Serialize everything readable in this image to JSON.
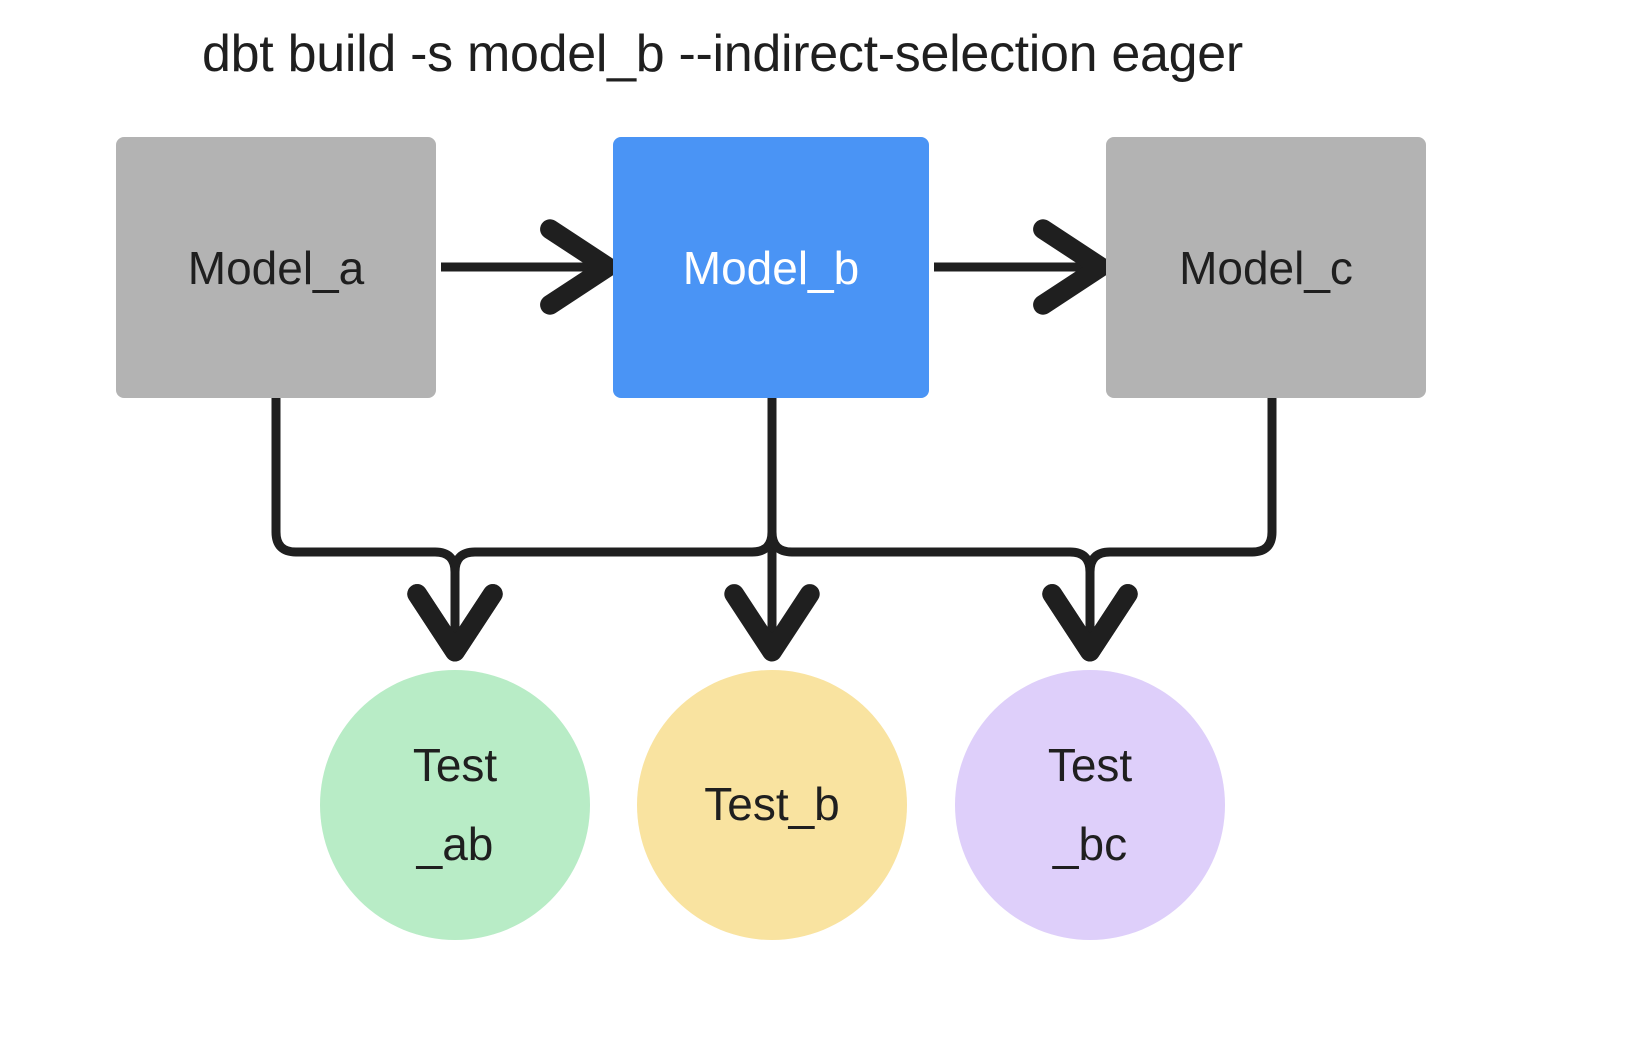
{
  "title": "dbt build -s model_b --indirect-selection eager",
  "colors": {
    "background": "#ffffff",
    "model_default": "#b3b3b3",
    "model_selected": "#4a94f5",
    "test_ab": "#b8ecc6",
    "test_b": "#f9e3a0",
    "test_bc": "#decffa",
    "edge": "#1f1f1f",
    "text_dark": "#1f1f1f",
    "text_light": "#ffffff"
  },
  "nodes": {
    "models": [
      {
        "id": "model_a",
        "label": "Model_a",
        "shape": "rectangle",
        "state": "unselected"
      },
      {
        "id": "model_b",
        "label": "Model_b",
        "shape": "rectangle",
        "state": "selected"
      },
      {
        "id": "model_c",
        "label": "Model_c",
        "shape": "rectangle",
        "state": "unselected"
      }
    ],
    "tests": [
      {
        "id": "test_ab",
        "label": "Test\n_ab",
        "shape": "circle"
      },
      {
        "id": "test_b",
        "label": "Test_b",
        "shape": "circle"
      },
      {
        "id": "test_bc",
        "label": "Test\n_bc",
        "shape": "circle"
      }
    ]
  },
  "edges": [
    {
      "from": "model_a",
      "to": "model_b",
      "style": "arrow"
    },
    {
      "from": "model_b",
      "to": "model_c",
      "style": "arrow"
    },
    {
      "from": "model_a",
      "to": "test_ab",
      "style": "arrow"
    },
    {
      "from": "model_b",
      "to": "test_ab",
      "style": "arrow"
    },
    {
      "from": "model_b",
      "to": "test_b",
      "style": "arrow"
    },
    {
      "from": "model_b",
      "to": "test_bc",
      "style": "arrow"
    },
    {
      "from": "model_c",
      "to": "test_bc",
      "style": "arrow"
    }
  ]
}
